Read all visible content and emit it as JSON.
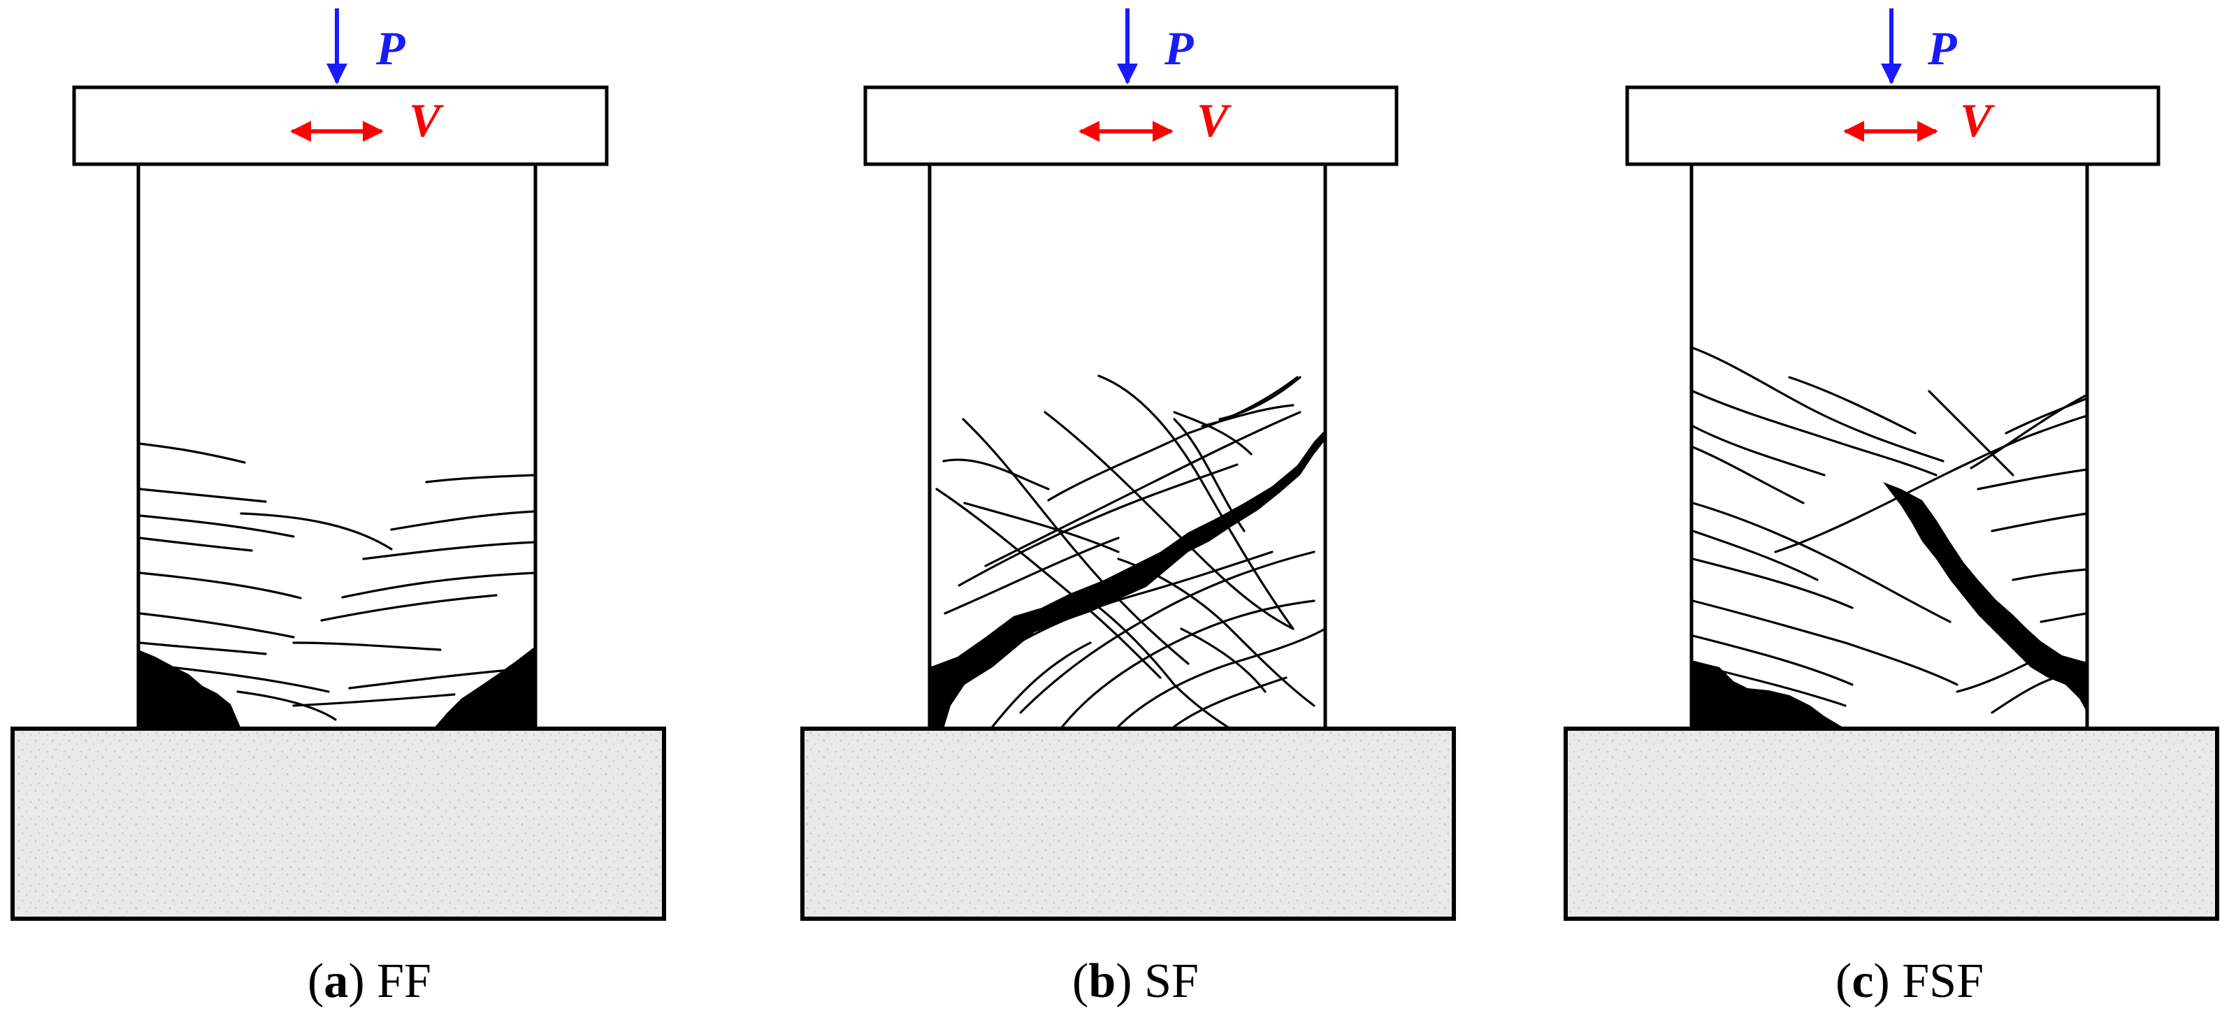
{
  "labels": {
    "axial_load": "P",
    "lateral_load": "V"
  },
  "colors": {
    "axial_load": "#1a1aff",
    "lateral_load": "#ff0000",
    "crack": "#000000",
    "foundation_fill": "#e8e8e8"
  },
  "panels": [
    {
      "id": "a",
      "letter": "a",
      "mode": "FF"
    },
    {
      "id": "b",
      "letter": "b",
      "mode": "SF"
    },
    {
      "id": "c",
      "letter": "c",
      "mode": "FSF"
    }
  ]
}
